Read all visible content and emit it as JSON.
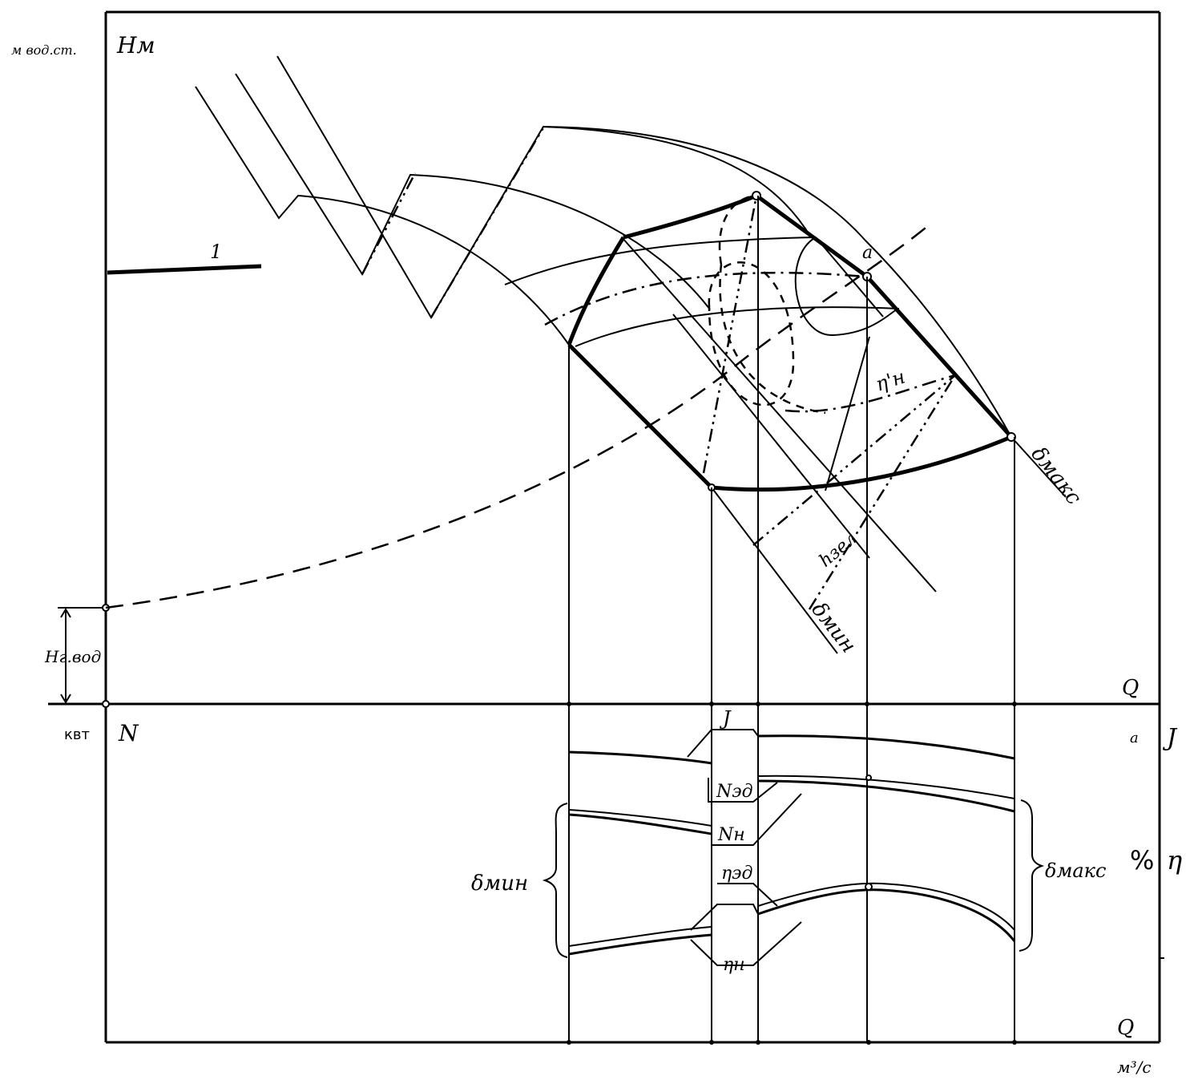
{
  "axes": {
    "head_unit": "м вод.ст.",
    "head_symbol": "Нм",
    "flow_symbol_upper": "Q",
    "power_unit": "квт",
    "power_symbol": "N",
    "flow_symbol_lower": "Q",
    "flow_unit": "м³/с",
    "current_unit": "а",
    "current_symbol": "Ј",
    "efficiency_unit": "%",
    "efficiency_symbol": "η"
  },
  "upper_labels": {
    "line_1": "1",
    "static_head": "Нг.вод",
    "point_a": "a",
    "efficiency_curve": "η'н",
    "hydraulic_losses": "hзел",
    "delta_max": "δмакс",
    "delta_min": "δмин"
  },
  "lower_labels": {
    "current": "Ј",
    "power_motor": "Nэд",
    "power_pump": "Nн",
    "eff_unit": "ηэд",
    "eff_pump": "ηн",
    "delta_min": "δмин",
    "delta_max": "δмакс"
  }
}
